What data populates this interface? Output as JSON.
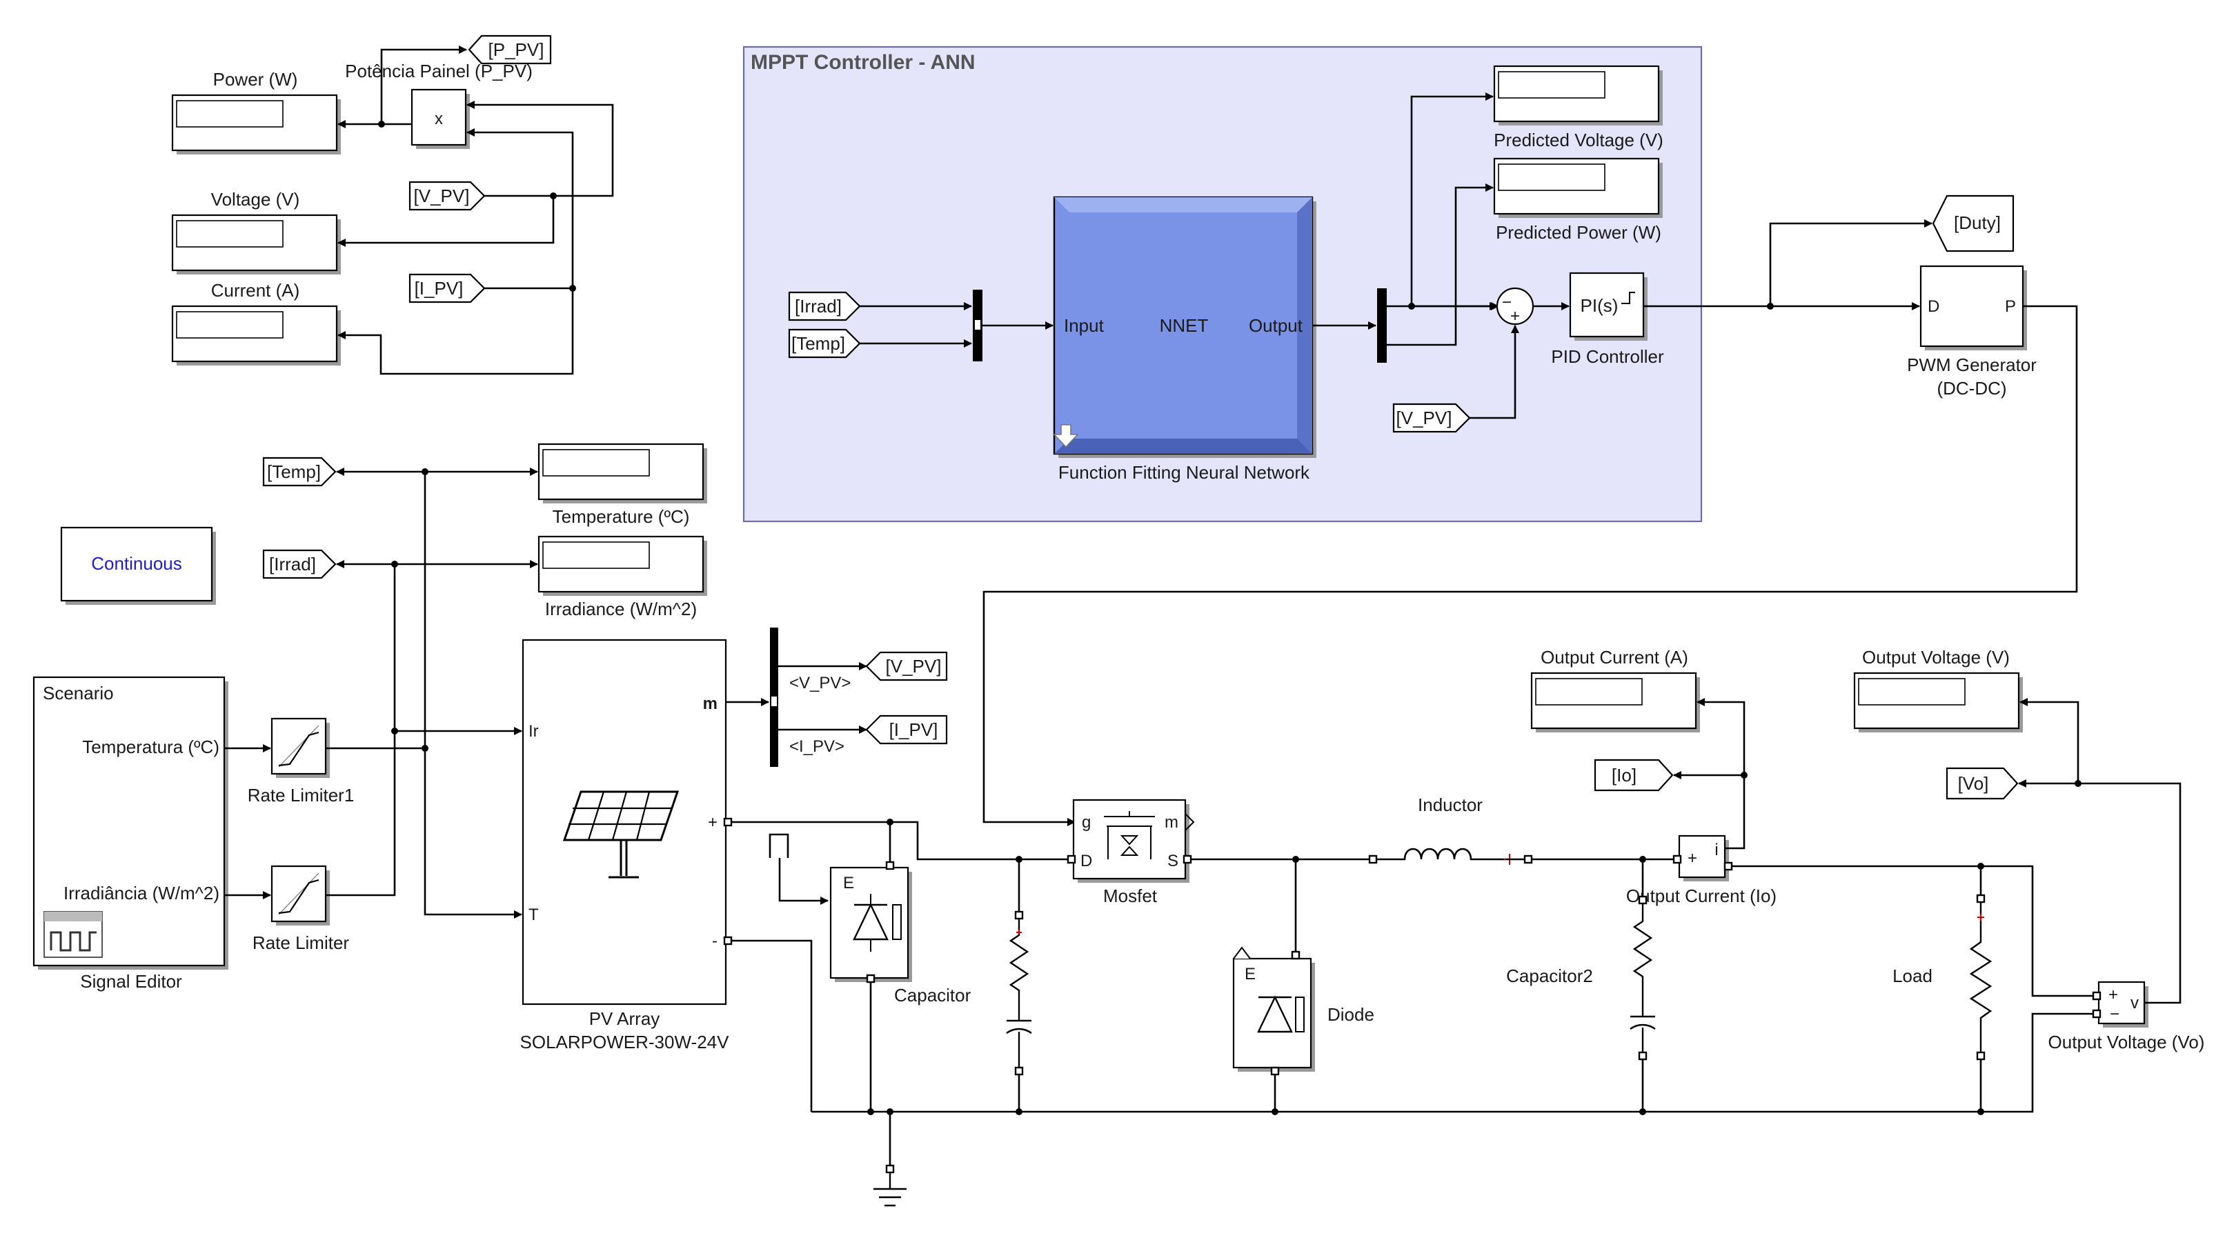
{
  "subsystem": {
    "title": "MPPT Controller - ANN"
  },
  "displays": {
    "power": "Power (W)",
    "voltage": "Voltage (V)",
    "current": "Current (A)",
    "temperature": "Temperature (ºC)",
    "irradiance": "Irradiance (W/m^2)",
    "predicted_voltage": "Predicted Voltage (V)",
    "predicted_power": "Predicted Power (W)",
    "output_current": "Output Current (A)",
    "output_voltage": "Output Voltage (V)"
  },
  "tags": {
    "p_pv": "[P_PV]",
    "v_pv": "[V_PV]",
    "i_pv": "[I_PV]",
    "temp": "[Temp]",
    "irrad": "[Irrad]",
    "duty": "[Duty]",
    "io": "[Io]",
    "vo": "[Vo]"
  },
  "blocks": {
    "product_label": "Potência Painel (P_PV)",
    "product_symbol": "x",
    "continuous": "Continuous",
    "scenario": {
      "title": "Scenario",
      "out1": "Temperatura (ºC)",
      "out2": "Irradiância (W/m^2)",
      "label": "Signal Editor"
    },
    "rate_limiter1": "Rate Limiter1",
    "rate_limiter": "Rate Limiter",
    "pv_array": {
      "label1": "PV Array",
      "label2": "SOLARPOWER-30W-24V",
      "port_ir": "Ir",
      "port_t": "T",
      "port_m": "m",
      "port_plus": "+",
      "port_minus": "-"
    },
    "bus_v": "<V_PV>",
    "bus_i": "<I_PV>",
    "nnet": {
      "input": "Input",
      "title": "NNET",
      "output": "Output",
      "label": "Function Fitting Neural Network"
    },
    "pid": {
      "symbol": "PI(s)",
      "label": "PID Controller"
    },
    "pwm": {
      "port_d": "D",
      "port_p": "P",
      "label1": "PWM Generator",
      "label2": "(DC-DC)"
    },
    "capacitor": "Capacitor",
    "mosfet": {
      "label": "Mosfet",
      "g": "g",
      "m": "m",
      "d": "D",
      "s": "S"
    },
    "inductor": "Inductor",
    "diode": "Diode",
    "capacitor2": "Capacitor2",
    "load": "Load",
    "output_current_sensor": "Output Current (Io)",
    "output_voltage_sensor": "Output Voltage (Vo)",
    "switch_e": "E",
    "sensor_i": "i",
    "sensor_v": "v",
    "sum_minus": "−",
    "sum_plus": "+"
  }
}
